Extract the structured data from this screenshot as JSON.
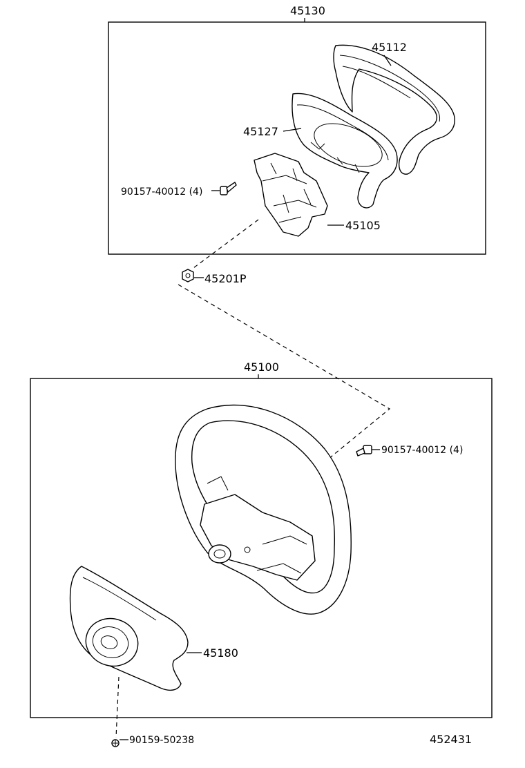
{
  "upper_group": {
    "assembly_number": "45130",
    "labels": {
      "pad_cover": "45112",
      "spoke_cover": "45127",
      "bracket": "45105",
      "screw": "90157-40012 (4)"
    }
  },
  "nut_label": "45201P",
  "lower_group": {
    "assembly_number": "45100",
    "labels": {
      "screw": "90157-40012 (4)",
      "horn_pad": "45180"
    }
  },
  "bottom_screw_label": "90159-50238",
  "figure_number": "452431",
  "icons": [
    "screw-icon",
    "nut-icon"
  ]
}
